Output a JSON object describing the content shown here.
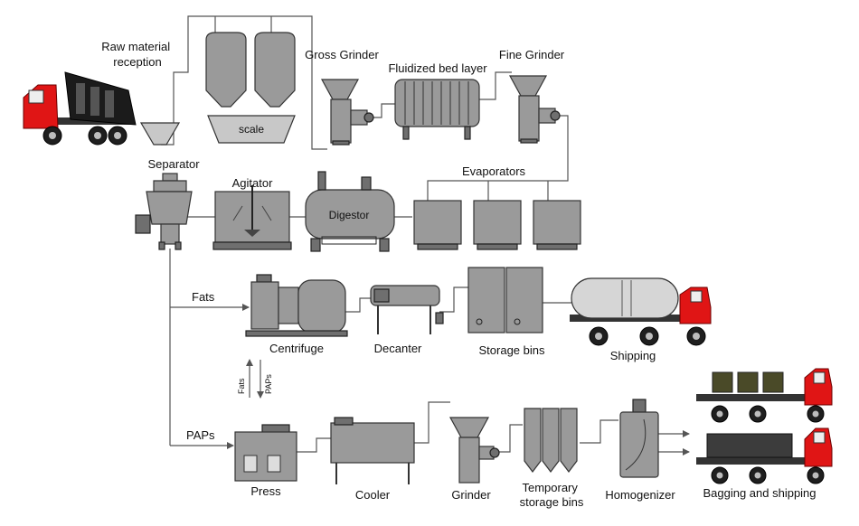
{
  "labels": {
    "raw_material_reception": [
      "Raw material",
      "reception"
    ],
    "scale": "scale",
    "gross_grinder": "Gross Grinder",
    "fluidized_bed_layer": "Fluidized bed layer",
    "fine_grinder": "Fine Grinder",
    "separator": "Separator",
    "agitator": "Agitator",
    "digestor": "Digestor",
    "evaporators": "Evaporators",
    "fats": "Fats",
    "centrifuge": "Centrifuge",
    "decanter": "Decanter",
    "storage_bins": "Storage bins",
    "shipping": "Shipping",
    "fats_small": "Fats",
    "paps_small": "PAPs",
    "paps": "PAPs",
    "press": "Press",
    "cooler": "Cooler",
    "grinder": "Grinder",
    "temporary_storage_bins": [
      "Temporary",
      "storage bins"
    ],
    "homogenizer": "Homogenizer",
    "bagging_and_shipping": "Bagging and shipping"
  },
  "colors": {
    "equipment": "#9a9a9a",
    "equipment_dark": "#6f6f6f",
    "truck_cab": "#e01515",
    "pipe": "#555555"
  }
}
